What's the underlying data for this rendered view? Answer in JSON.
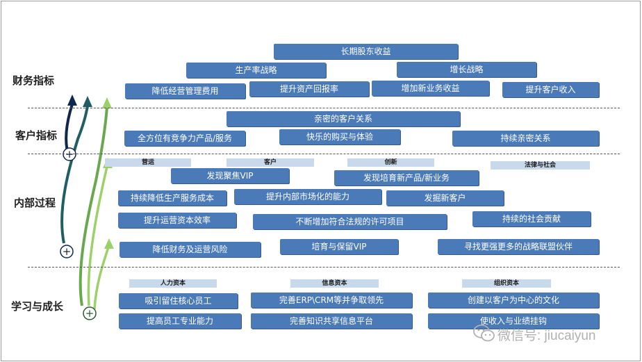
{
  "levels": {
    "financial": "财务指标",
    "customer": "客户指标",
    "internal": "内部过程",
    "learning": "学习与成长"
  },
  "financial": {
    "top": "长期股东收益",
    "productivity": "生产率战略",
    "growth": "增长战略",
    "reduce_cost": "降低经营管理费用",
    "asset_return": "提升资产回报率",
    "new_revenue": "增加新业务收益",
    "customer_income": "提升客户收入"
  },
  "customer": {
    "top": "亲密的客户关系",
    "products": "全方位有竞争力产品/服务",
    "experience": "快乐的购买与体验",
    "intimacy": "持续亲密关系"
  },
  "internal": {
    "headers": {
      "operations": "营运",
      "customer": "客户",
      "innovation": "创新",
      "regulatory": "法律与社会"
    },
    "discover_vip": "发现聚焦VIP",
    "discover_new": "发现培育新产品/新业务",
    "reduce_prod_cost": "持续降低生产服务成本",
    "marketization": "提升内部市场化的能力",
    "new_customers": "发掘新客户",
    "capital_eff": "提升运营资本效率",
    "licenses": "不断增加符合法规的许可项目",
    "social": "持续的社会贡献",
    "risk": "降低财务及运营风险",
    "retain_vip": "培育与保留VIP",
    "alliances": "寻找更强更多的战略联盟伙伴"
  },
  "learning": {
    "headers": {
      "human": "人力资本",
      "info": "信息资本",
      "org": "组织资本"
    },
    "retain_staff": "吸引留住核心员工",
    "erp": "完善ERP\\CRM等并争取领先",
    "culture": "创建以客户为中心的文化",
    "skills": "提高员工专业能力",
    "knowledge": "完善知识共享信息平台",
    "pay": "使收入与业绩挂钩"
  },
  "plus": "+",
  "watermark": "微信号: jiucaiyun",
  "colors": {
    "box": "#4a7ab8",
    "subheader": "#c9d9ec",
    "arrow_dark": "#10264f",
    "arrow_teal": "#1f5f63",
    "arrow_mid": "#6aa84f",
    "arrow_light": "#9bd168"
  }
}
